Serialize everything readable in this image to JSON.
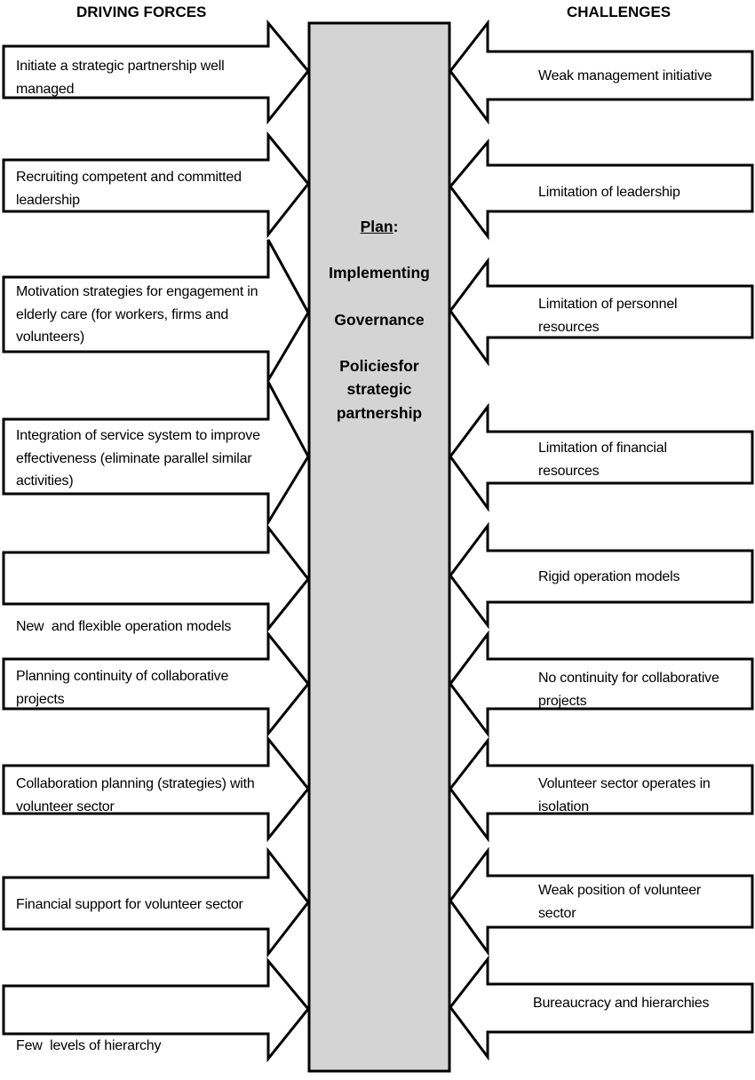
{
  "headers": {
    "driving_forces": "DRIVING FORCES",
    "challenges": "CHALLENGES"
  },
  "center": {
    "plan_word": "Plan",
    "plan_colon": ":",
    "line1": "Implementing",
    "line2": "Governance",
    "line3": "Policiesfor",
    "line4": "strategic",
    "line5": "partnership",
    "fill_color": "#d4d4d4"
  },
  "driving_forces": [
    {
      "line1": "Initiate a strategic partnership well",
      "line2": "managed"
    },
    {
      "line1": "Recruiting competent and committed",
      "line2": "leadership"
    },
    {
      "line1": "Motivation strategies for engagement in",
      "line2": "elderly care (for workers, firms and",
      "line3": "volunteers)"
    },
    {
      "line1": "Integration of service system to improve",
      "line2": "effectiveness (eliminate parallel similar",
      "line3": "activities)"
    },
    {
      "line1": "New  and flexible operation models"
    },
    {
      "line1": "Planning continuity of collaborative",
      "line2": "projects"
    },
    {
      "line1": "Collaboration planning (strategies) with",
      "line2": "volunteer sector"
    },
    {
      "line1": "Financial support for volunteer sector"
    },
    {
      "line1": "Few  levels of hierarchy"
    }
  ],
  "challenges": [
    {
      "line1": "Weak management initiative"
    },
    {
      "line1": "Limitation of leadership"
    },
    {
      "line1": "Limitation of personnel",
      "line2": "resources"
    },
    {
      "line1": "Limitation of financial",
      "line2": "resources"
    },
    {
      "line1": "Rigid operation models"
    },
    {
      "line1": "No continuity for collaborative",
      "line2": "projects"
    },
    {
      "line1": "Volunteer sector operates in",
      "line2": "isolation"
    },
    {
      "line1": "Weak position of volunteer",
      "line2": "sector"
    },
    {
      "line1": "Bureaucracy and hierarchies"
    }
  ]
}
